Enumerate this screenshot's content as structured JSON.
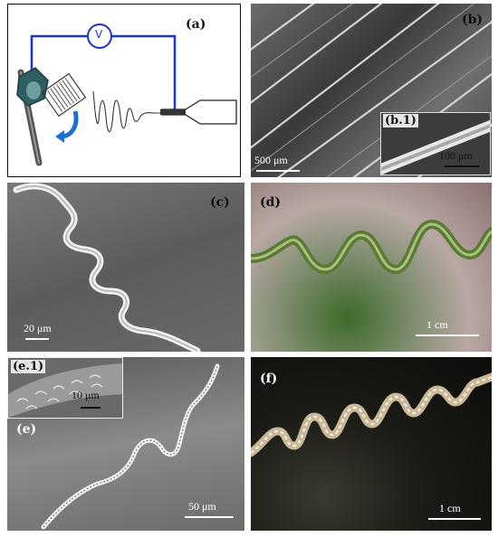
{
  "panels": {
    "a": {
      "label": "(a)",
      "voltmeter": "V",
      "colors": {
        "wire": "#1b35c4",
        "arrow": "#1f6fd1",
        "frame": "#111111"
      }
    },
    "b": {
      "label": "(b)",
      "scale": "500 μm",
      "inset_label": "(b.1)",
      "inset_scale": "100 μm"
    },
    "c": {
      "label": "(c)",
      "scale": "20 μm"
    },
    "d": {
      "label": "(d)",
      "scale": "1 cm"
    },
    "e": {
      "label": "(e)",
      "scale": "50 μm",
      "inset_label": "(e.1)",
      "inset_scale": "10 μm"
    },
    "f": {
      "label": "(f)",
      "scale": "1 cm"
    }
  }
}
